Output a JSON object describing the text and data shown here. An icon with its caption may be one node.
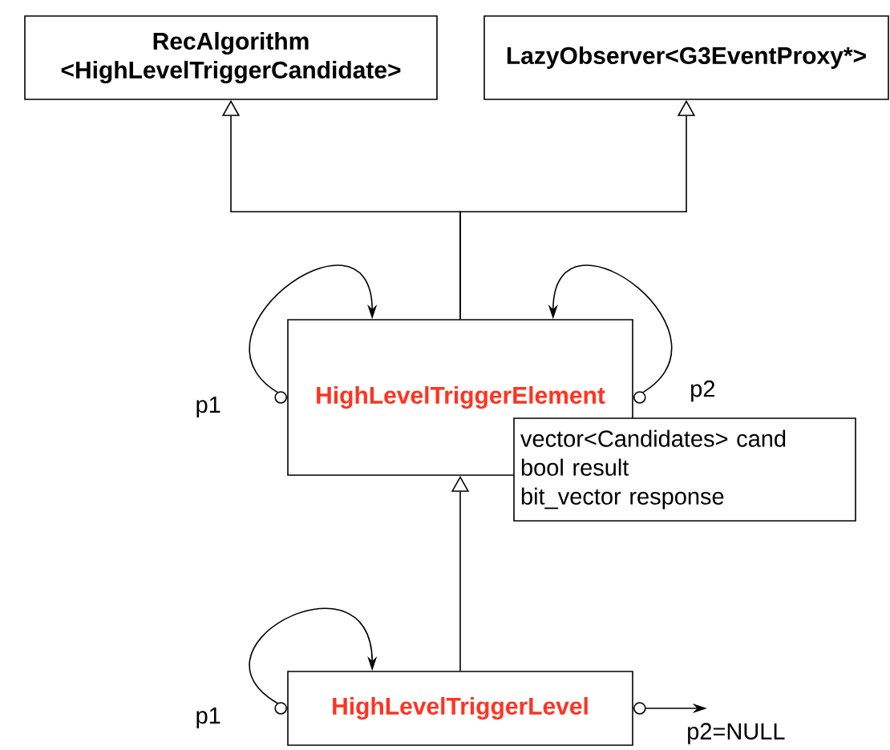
{
  "diagram": {
    "nodes": [
      {
        "text": [
          "RecAlgorithm <HighLevelTriggerCandidate>"
        ]
      },
      {
        "text": [
          "LazyObserver<G3EventProxy*>"
        ]
      },
      {
        "text": [
          "HighLevelTriggerElement"
        ]
      },
      {
        "text": [
          "vector<Candidates> cand",
          "bool result",
          "bit_vector response"
        ]
      },
      {
        "text": [
          "HighLevelTriggerLevel"
        ]
      }
    ],
    "edges": [
      {
        "from": 2,
        "to": 0,
        "arrow": "to"
      },
      {
        "from": 2,
        "to": 1,
        "arrow": "to"
      },
      {
        "from": 4,
        "to": 2,
        "arrow": "to"
      },
      {
        "from": 2,
        "to": 2,
        "arrow": "to",
        "label": "p1"
      },
      {
        "from": 2,
        "to": 2,
        "arrow": "to",
        "label": "p2"
      },
      {
        "from": 4,
        "to": 4,
        "arrow": "to",
        "label": "p1"
      },
      {
        "from": 4,
        "to": null,
        "arrow": "to",
        "label": "p2=NULL"
      }
    ]
  }
}
